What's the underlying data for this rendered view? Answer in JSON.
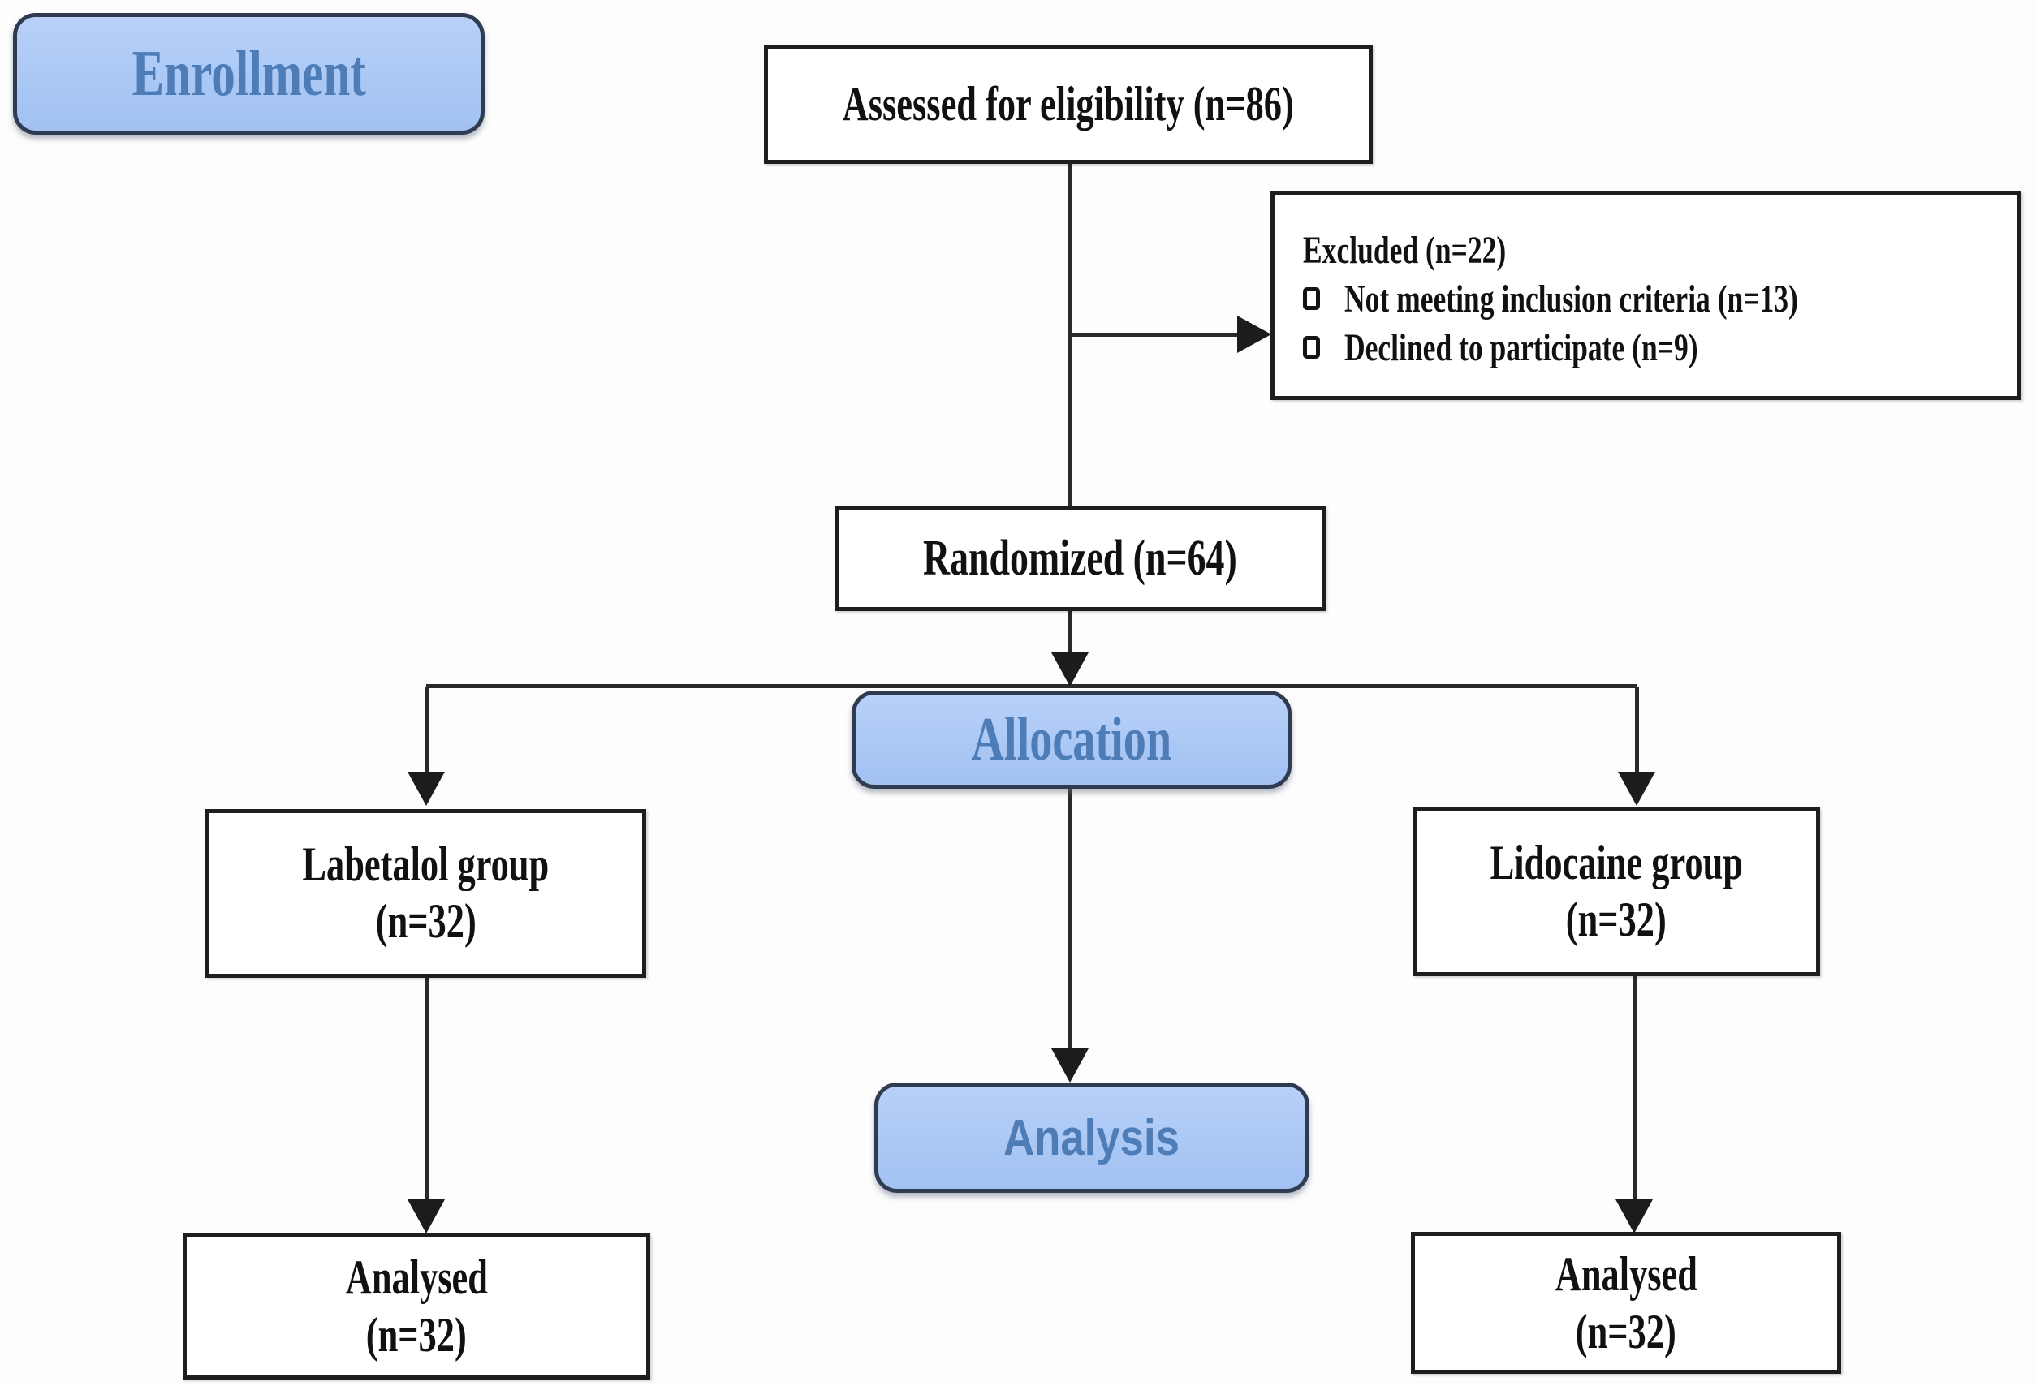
{
  "diagram": {
    "kind": "CONSORT participant flow diagram"
  },
  "colors": {
    "stage_fill": "#abc8f5",
    "stage_border": "#2f3b50",
    "stage_text": "#4e7cb7",
    "box_fill": "#ffffff",
    "box_border": "#1e1e1e",
    "box_text": "#111111",
    "line": "#2a2a2a"
  },
  "stages": {
    "enrollment": "Enrollment",
    "allocation": "Allocation",
    "analysis": "Analysis"
  },
  "boxes": {
    "assessed": "Assessed for eligibility (n=86)",
    "excluded": {
      "title": "Excluded (n=22)",
      "items": [
        "Not meeting inclusion criteria (n=13)",
        "Declined to participate (n=9)"
      ]
    },
    "randomized": "Randomized (n=64)",
    "labetalol": {
      "line1": "Labetalol group",
      "line2": "(n=32)"
    },
    "lidocaine": {
      "line1": "Lidocaine group",
      "line2": "(n=32)"
    },
    "analysed_left": {
      "line1": "Analysed",
      "line2": "(n=32)"
    },
    "analysed_right": {
      "line1": "Analysed",
      "line2": "(n=32)"
    }
  }
}
